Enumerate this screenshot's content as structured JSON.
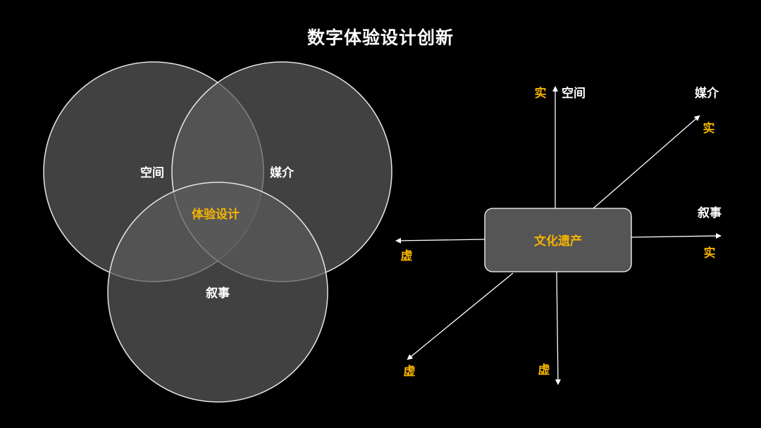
{
  "title": "数字体验设计创新",
  "colors": {
    "background": "#000000",
    "circle_fill": "#5a5a5a",
    "line": "#ffffff",
    "accent": "#f5b400",
    "box_fill": "#555555"
  },
  "venn": {
    "circles": [
      {
        "label": "空间"
      },
      {
        "label": "媒介"
      },
      {
        "label": "叙事"
      }
    ],
    "intersection": "体验设计"
  },
  "axes": {
    "center": "文化遗产",
    "space": {
      "label": "空间",
      "positive": "实"
    },
    "media": {
      "label": "媒介",
      "positive": "实"
    },
    "narrative": {
      "label": "叙事",
      "positive": "实"
    },
    "left_end": "虚",
    "bottom_left_end": "虚",
    "bottom_end": "虚"
  }
}
